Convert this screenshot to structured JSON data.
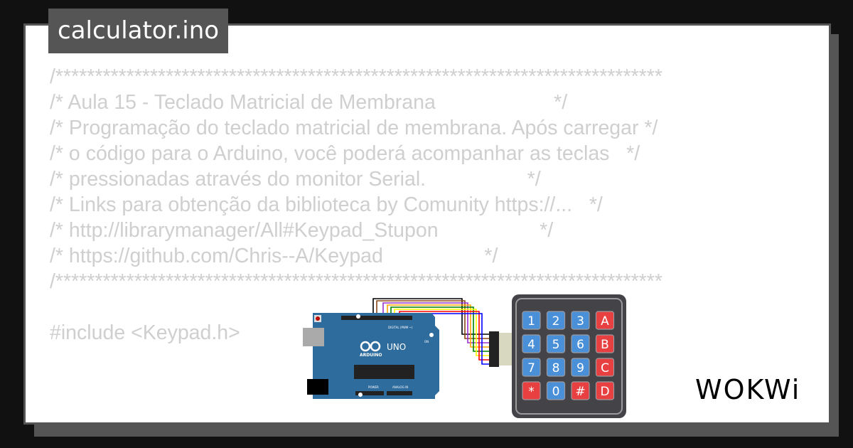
{
  "title": "calculator.ino",
  "code_lines": [
    "/*****************************************************************************",
    "/* Aula 15 - Teclado Matricial de Membrana                     */",
    "/* Programação do teclado matricial de membrana. Após carregar */",
    "/* o código para o Arduino, você poderá acompanhar as teclas   */",
    "/* pressionadas através do monitor Serial.                  */",
    "/* Links para obtenção da biblioteca by Comunity https://...   */",
    "/* http://librarymanager/All#Keypad_Stupon                  */",
    "/* https://github.com/Chris--A/Keypad                  */",
    "/*****************************************************************************",
    "",
    "#include <Keypad.h>"
  ],
  "keypad": {
    "keys": [
      "1",
      "2",
      "3",
      "A",
      "4",
      "5",
      "6",
      "B",
      "7",
      "8",
      "9",
      "C",
      "*",
      "0",
      "#",
      "D"
    ],
    "key_colors": {
      "blue": "#4a90d9",
      "red": "#e84040"
    }
  },
  "arduino": {
    "model": "UNO",
    "brand": "ARDUINO",
    "digital_label": "DIGITAL (PWM ~)",
    "power_label": "POWER",
    "analog_label": "ANALOG IN",
    "on_label": "ON"
  },
  "wires": [
    "#000000",
    "#8b4513",
    "#9932cc",
    "#ffa500",
    "#008000",
    "#ffff00",
    "#ff0000",
    "#0000ff"
  ],
  "logo": "WOKWi"
}
